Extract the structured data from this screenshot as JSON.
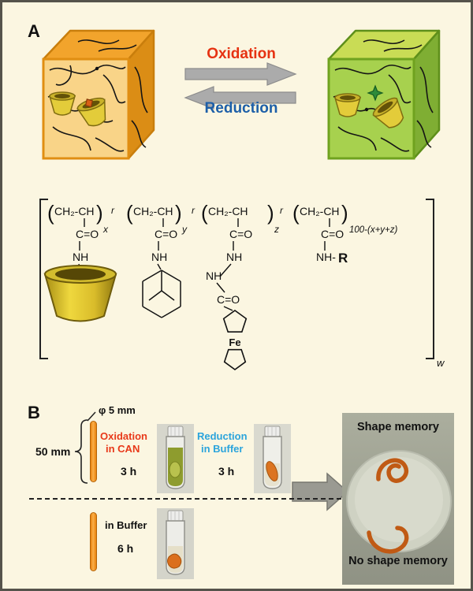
{
  "colors": {
    "background": "#FBF6E1",
    "oxidized_gel_orange": "#F2A42C",
    "reduced_gel_green": "#A7D14E",
    "oxidation_red": "#E63212",
    "reduction_blue": "#1D5FA8",
    "reduction_cyan": "#2BA4DC",
    "sample_orange": "#E8820E",
    "cyclodextrin_yellow": "#E3CC3A"
  },
  "panel_a": {
    "label": "A",
    "forward_label": "Oxidation",
    "reverse_label": "Reduction"
  },
  "polymer": {
    "paren_open": "(",
    "paren_close": ")",
    "units": [
      {
        "backbone": "CH₂-CH",
        "carbonyl": "C=O",
        "amide": "NH",
        "subscript": "x",
        "pendant": "beta-cyclodextrin-cup"
      },
      {
        "backbone": "CH₂-CH",
        "carbonyl": "C=O",
        "amide": "NH",
        "subscript": "y",
        "pendant": "adamantane-cage"
      },
      {
        "backbone": "CH₂-CH",
        "carbonyl": "C=O",
        "amide": "NH",
        "amide2": "NH",
        "carbonyl2": "C=O",
        "iron_label": "Fe",
        "subscript": "z",
        "pendant": "ferrocene"
      },
      {
        "backbone": "CH₂-CH",
        "carbonyl": "C=O",
        "amide": "NH-",
        "r_group": "R",
        "subscript": "100-(x+y+z)"
      }
    ],
    "random_linkage_label": "r",
    "degree_label": "w"
  },
  "panel_b": {
    "label": "B",
    "rod_diameter": "φ 5 mm",
    "rod_length": "50 mm",
    "step_oxidation": {
      "line1": "Oxidation",
      "line2": "in CAN",
      "duration": "3 h"
    },
    "step_reduction": {
      "line1": "Reduction",
      "line2": "in Buffer",
      "duration": "3 h"
    },
    "step_control": {
      "line1": "in Buffer",
      "duration": "6 h"
    },
    "result_top": "Shape memory",
    "result_bottom": "No shape memory"
  }
}
